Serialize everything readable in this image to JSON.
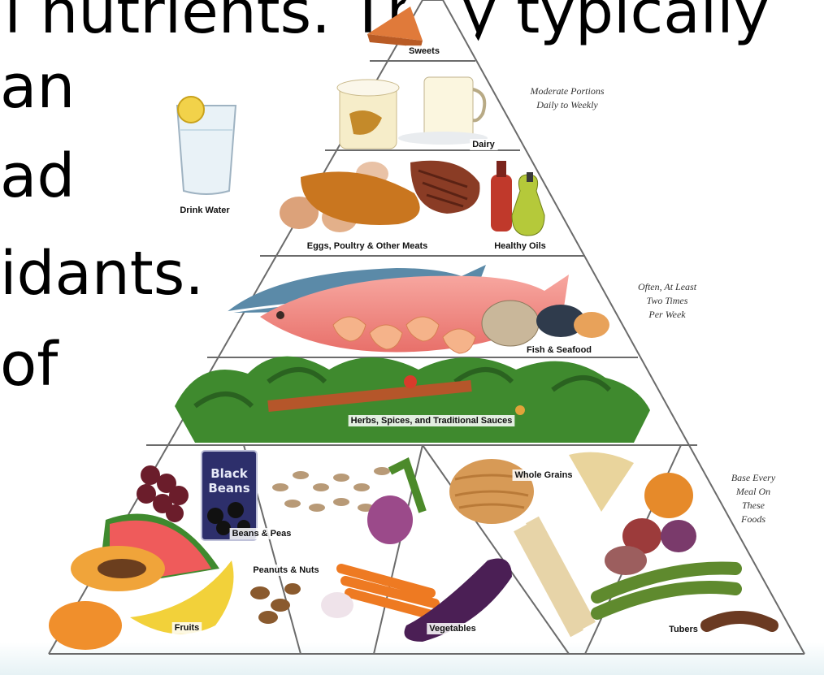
{
  "slide_text": {
    "line1": "al nutrients. They typically",
    "line2": "an",
    "line3": "ad",
    "line4": "idants.",
    "line5": "of"
  },
  "pyramid": {
    "tiers": {
      "sweets": "Sweets",
      "dairy": "Dairy",
      "meats": "Eggs, Poultry & Other Meats",
      "oils": "Healthy Oils",
      "fish": "Fish & Seafood",
      "herbs": "Herbs, Spices, and Traditional Sauces",
      "grains": "Whole Grains",
      "beans": "Beans & Peas",
      "nuts": "Peanuts & Nuts",
      "fruits": "Fruits",
      "vegetables": "Vegetables",
      "tubers": "Tubers"
    },
    "side_labels": {
      "drink_water": "Drink Water"
    },
    "notes": {
      "moderate": "Moderate Portions\nDaily to Weekly",
      "often": "Often, At Least\nTwo Times\nPer Week",
      "base": "Base Every\nMeal On\nThese\nFoods"
    },
    "can_label": "Black\nBeans"
  }
}
